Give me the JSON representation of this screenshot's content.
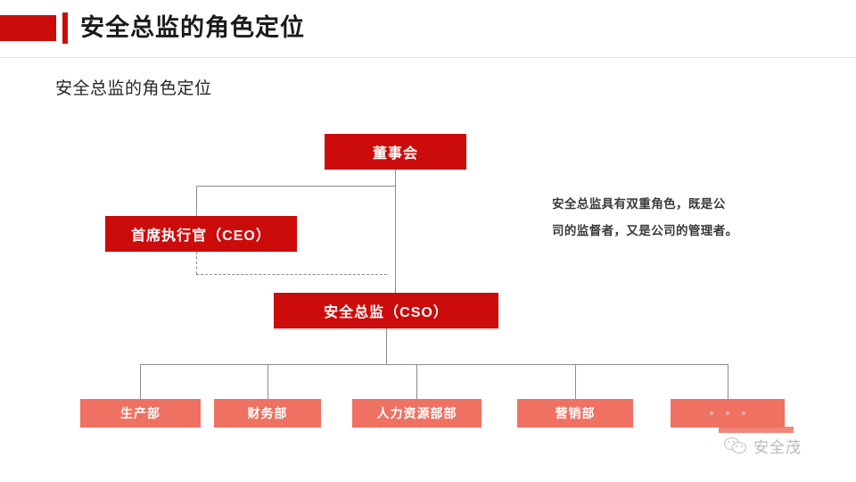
{
  "header": {
    "title": "安全总监的角色定位",
    "accent_color": "#cc0b0b"
  },
  "subtitle": "安全总监的角色定位",
  "note": {
    "line1": "安全总监具有双重角色，既是公",
    "line2": "司的监督者，又是公司的管理者。",
    "full": "安全总监具有双重角色，既是公司的监督者，又是公司的管理者。"
  },
  "chart_data": {
    "type": "diagram",
    "title": "安全总监的角色定位",
    "colors": {
      "primary": "#cc0b0b",
      "secondary": "#ee7162",
      "connector": "#8c8c8c"
    },
    "nodes": [
      {
        "id": "board",
        "label": "董事会",
        "level": 0,
        "style": "dark"
      },
      {
        "id": "ceo",
        "label": "首席执行官（CEO）",
        "level": 1,
        "style": "dark"
      },
      {
        "id": "cso",
        "label": "安全总监（CSO）",
        "level": 2,
        "style": "dark"
      },
      {
        "id": "prod",
        "label": "生产部",
        "level": 3,
        "style": "light"
      },
      {
        "id": "fin",
        "label": "财务部",
        "level": 3,
        "style": "light"
      },
      {
        "id": "hr",
        "label": "人力资源部部",
        "level": 3,
        "style": "light"
      },
      {
        "id": "mkt",
        "label": "营销部",
        "level": 3,
        "style": "light"
      },
      {
        "id": "more",
        "label": "• • •",
        "level": 3,
        "style": "light"
      }
    ],
    "edges": [
      {
        "from": "board",
        "to": "ceo",
        "style": "solid"
      },
      {
        "from": "board",
        "to": "cso",
        "style": "solid"
      },
      {
        "from": "ceo",
        "to": "cso",
        "style": "dashed"
      },
      {
        "from": "cso",
        "to": "prod",
        "style": "solid"
      },
      {
        "from": "cso",
        "to": "fin",
        "style": "solid"
      },
      {
        "from": "cso",
        "to": "hr",
        "style": "solid"
      },
      {
        "from": "cso",
        "to": "mkt",
        "style": "solid"
      },
      {
        "from": "cso",
        "to": "more",
        "style": "solid"
      }
    ]
  },
  "watermark": {
    "text": "安全茂",
    "icon": "wechat-icon"
  }
}
